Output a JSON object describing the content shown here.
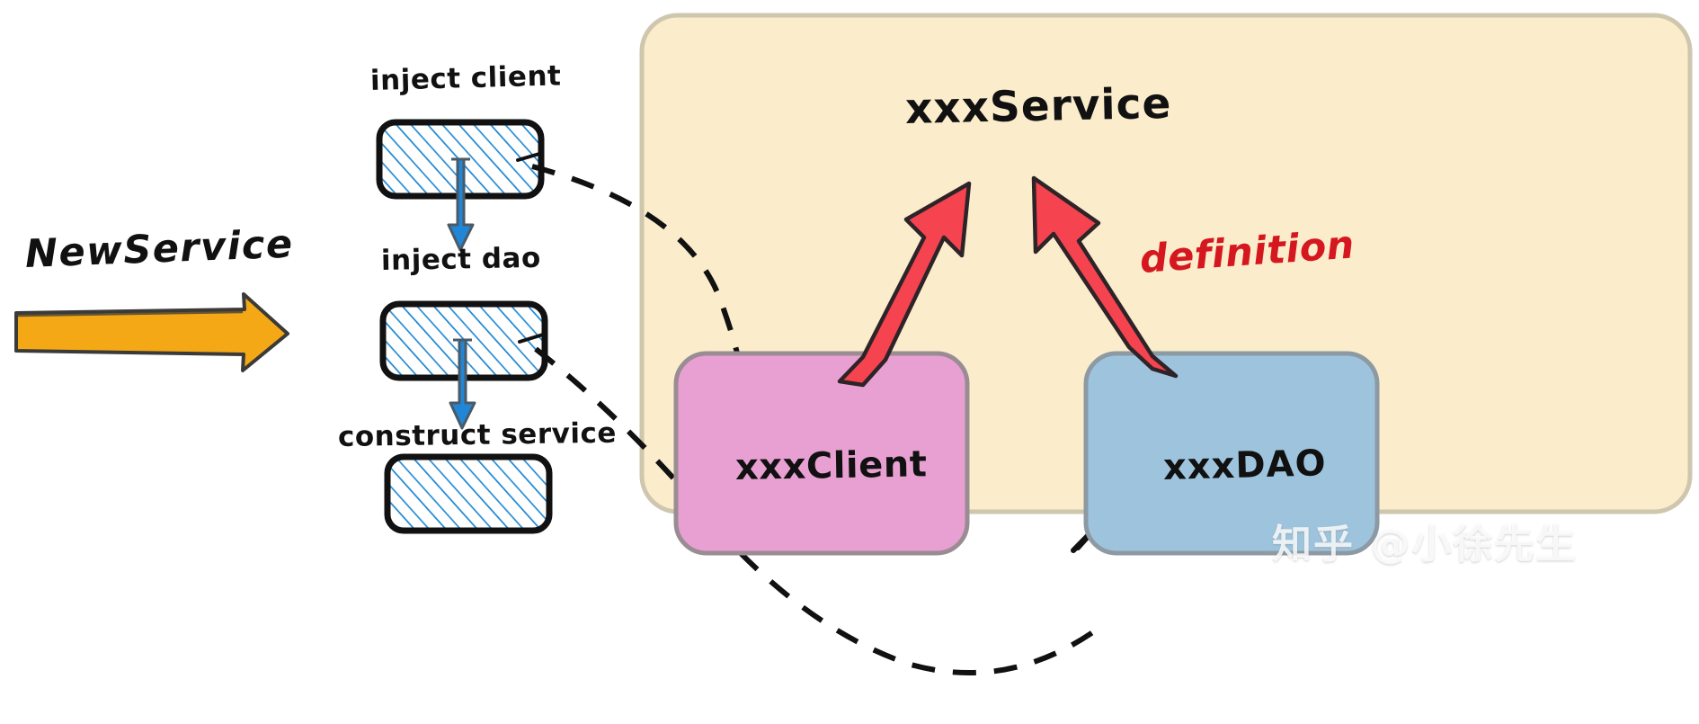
{
  "diagram": {
    "left_label": "NewService",
    "steps": [
      {
        "id": "inject-client",
        "label": "inject client"
      },
      {
        "id": "inject-dao",
        "label": "inject dao"
      },
      {
        "id": "construct-service",
        "label": "construct service"
      }
    ],
    "container": {
      "title": "xxxService",
      "fill": "#FBECCB",
      "border": "#CFC6AE"
    },
    "nodes": [
      {
        "id": "xxxclient",
        "label": "xxxClient",
        "fill": "#E8A0D2",
        "border": "#9A8C93"
      },
      {
        "id": "xxxdao",
        "label": "xxxDAO",
        "fill": "#9EC4DD",
        "border": "#8D9AA3"
      }
    ],
    "relation_label": "definition",
    "colors": {
      "orange_arrow": "#F5A816",
      "blue_hatch": "#1B86D3",
      "red_arrow": "#F5444F",
      "red_text": "#D5171F",
      "ink": "#111111"
    },
    "watermark": "知乎 @小徐先生"
  }
}
